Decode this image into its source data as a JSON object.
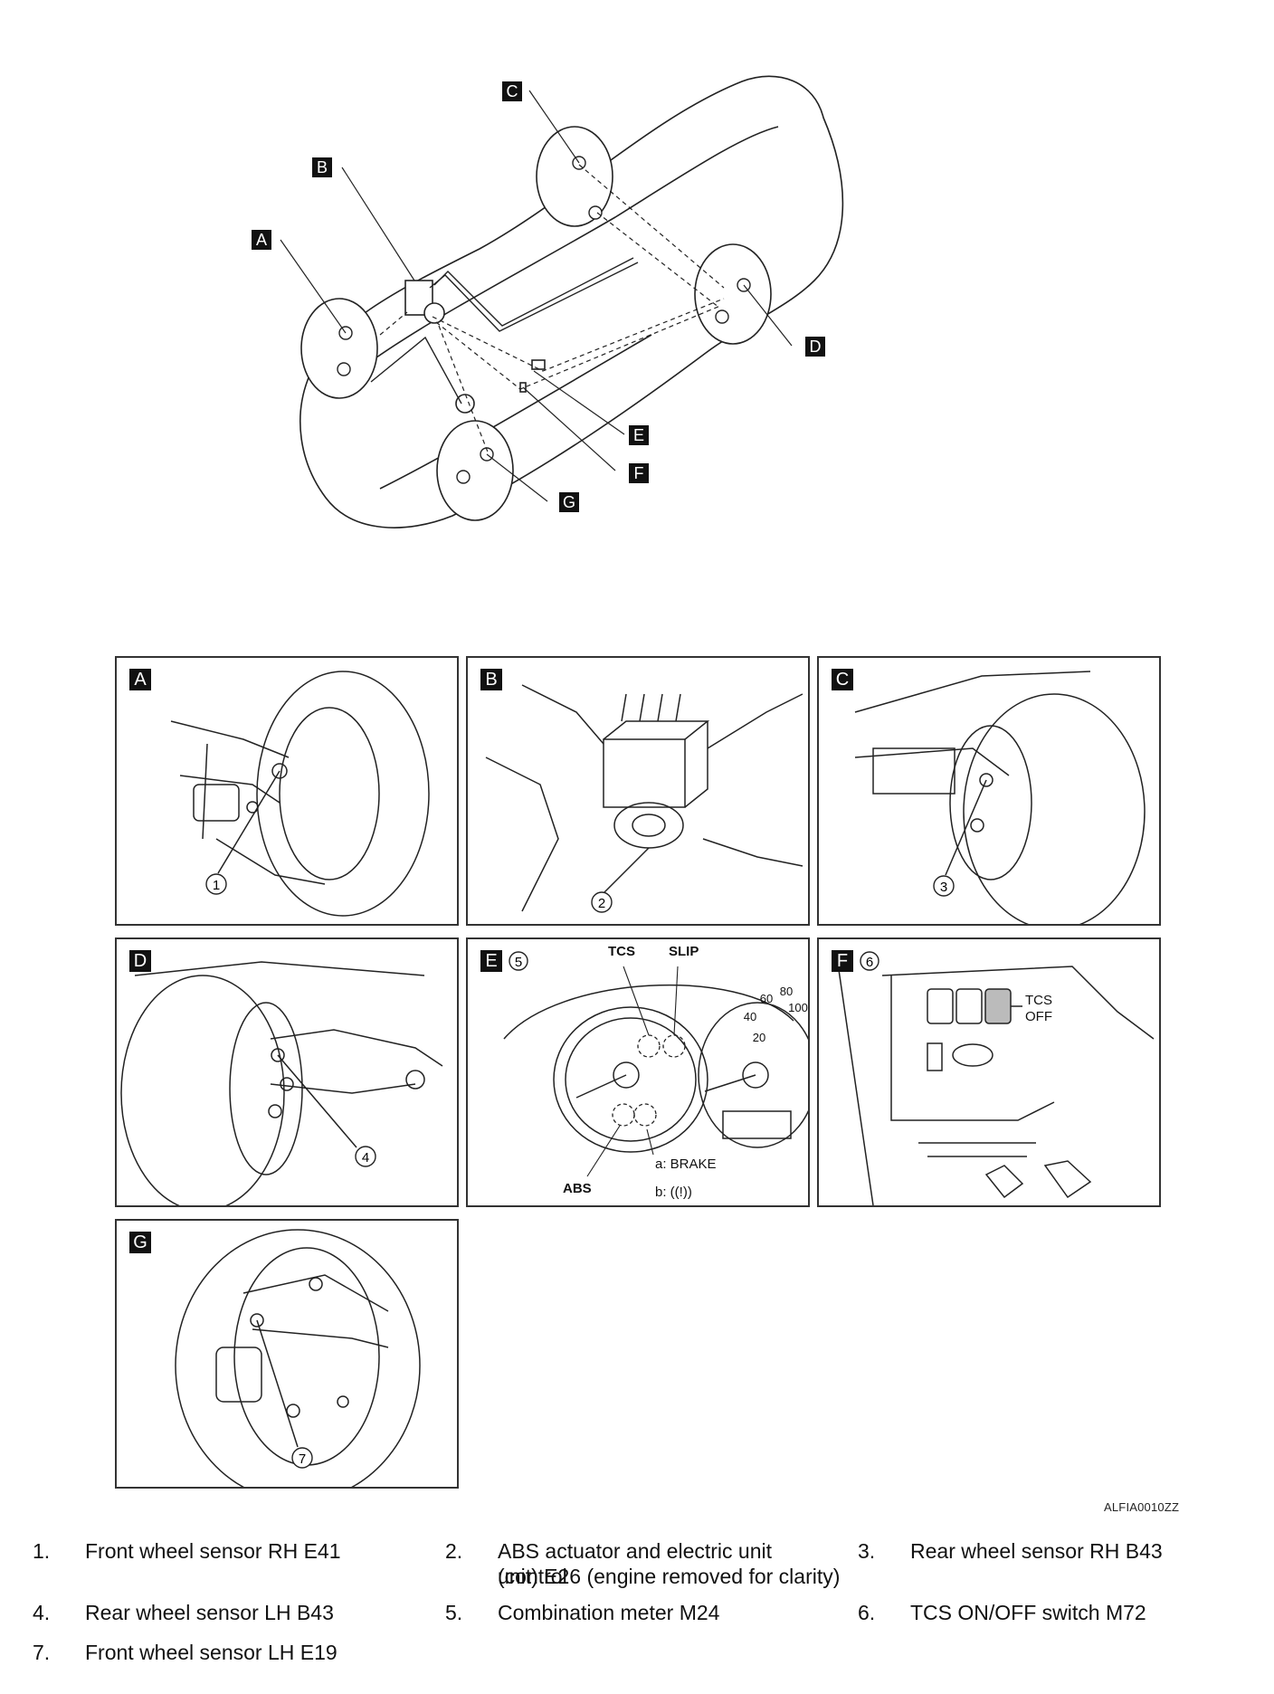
{
  "overview_labels": {
    "a": "A",
    "b": "B",
    "c": "C",
    "d": "D",
    "e": "E",
    "f": "F",
    "g": "G"
  },
  "panels": {
    "a": {
      "letter": "A",
      "callout": "1"
    },
    "b": {
      "letter": "B",
      "callout": "2"
    },
    "c": {
      "letter": "C",
      "callout": "3"
    },
    "d": {
      "letter": "D",
      "callout": "4"
    },
    "e": {
      "letter": "E",
      "callout": "5",
      "tcs": "TCS",
      "slip": "SLIP",
      "abs": "ABS",
      "a_label": "a: BRAKE",
      "b_label": "b: ((!))",
      "speed_ticks": [
        "20",
        "40",
        "60",
        "80",
        "100"
      ]
    },
    "f": {
      "letter": "F",
      "callout": "6",
      "tcs_off_line1": "TCS",
      "tcs_off_line2": "OFF"
    },
    "g": {
      "letter": "G",
      "callout": "7"
    }
  },
  "figure_id": "ALFIA0010ZZ",
  "legend": [
    {
      "num": "1.",
      "text": "Front wheel sensor RH E41"
    },
    {
      "num": "2.",
      "text": "ABS actuator and electric unit (control",
      "text2": "unit) E26 (engine removed for clarity)"
    },
    {
      "num": "3.",
      "text": "Rear wheel sensor RH B43"
    },
    {
      "num": "4.",
      "text": "Rear wheel sensor LH B43"
    },
    {
      "num": "5.",
      "text": "Combination meter M24"
    },
    {
      "num": "6.",
      "text": "TCS ON/OFF switch M72"
    },
    {
      "num": "7.",
      "text": "Front wheel sensor LH E19"
    }
  ]
}
